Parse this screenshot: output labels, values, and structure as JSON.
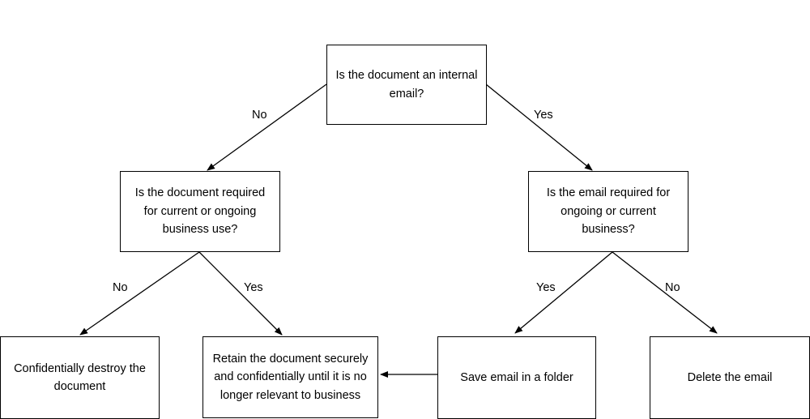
{
  "nodes": {
    "root": "Is the document an internal email?",
    "left_question": "Is the document required for current or ongoing business use?",
    "right_question": "Is the email required for ongoing or current business?",
    "destroy": "Confidentially destroy the document",
    "retain": "Retain the document securely and confidentially until it is no longer relevant to business",
    "save": "Save email in a folder",
    "delete": "Delete the email"
  },
  "edges": {
    "root_no": "No",
    "root_yes": "Yes",
    "left_no": "No",
    "left_yes": "Yes",
    "right_yes": "Yes",
    "right_no": "No"
  }
}
